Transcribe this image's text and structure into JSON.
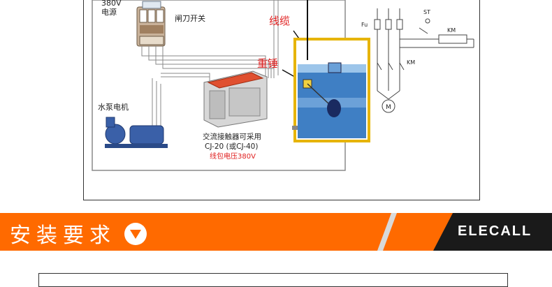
{
  "diagram": {
    "labels": {
      "power": [
        "380V",
        "电源"
      ],
      "knife_switch": "闸刀开关",
      "cable": "线缆",
      "weight": "重锤",
      "pump_motor": "水泵电机",
      "contactor_line1": "交流接触器可采用",
      "contactor_line2": "CJ-20 (或CJ-40)",
      "coil_voltage": "线包电压380V",
      "fuse": "Fu",
      "start": "ST",
      "km_coil": "KM",
      "km_contact": "KM",
      "motor_symbol": "M"
    },
    "colors": {
      "annotation_red": "#e02020",
      "water_blue": "#2d6fb8",
      "tank_yellow": "#e6b400",
      "wire_gray": "#8a8a8a"
    }
  },
  "banner": {
    "title": "安装要求",
    "icon": "chevron-down-circle-icon",
    "brand": "ELECALL",
    "colors": {
      "orange": "#ff6a00",
      "dark": "#1a1a1a",
      "gray_stripe": "#d9d9d9"
    }
  }
}
